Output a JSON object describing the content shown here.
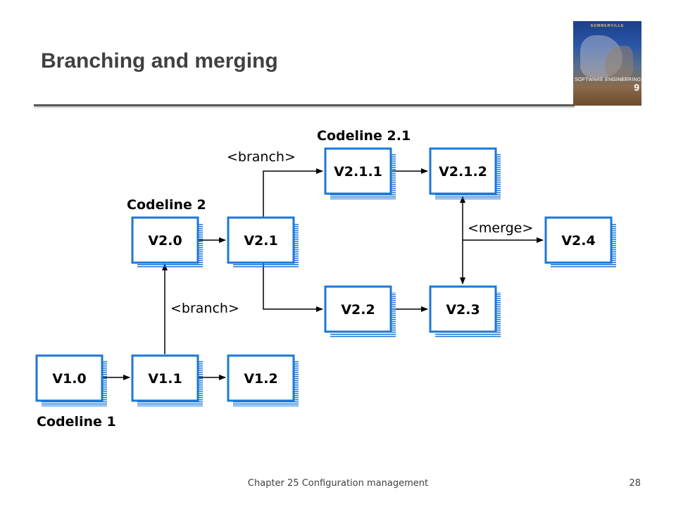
{
  "slide": {
    "title": "Branching and merging",
    "footer": "Chapter 25 Configuration management",
    "page_number": "28"
  },
  "book_cover": {
    "author": "SOMMERVILLE",
    "title": "SOFTWARE ENGINEERING",
    "edition": "9"
  },
  "diagram": {
    "nodes": {
      "v1_0": "V1.0",
      "v1_1": "V1.1",
      "v1_2": "V1.2",
      "v2_0": "V2.0",
      "v2_1": "V2.1",
      "v2_2": "V2.2",
      "v2_3": "V2.3",
      "v2_4": "V2.4",
      "v2_1_1": "V2.1.1",
      "v2_1_2": "V2.1.2"
    },
    "codelines": {
      "codeline_1": "Codeline 1",
      "codeline_2": "Codeline 2",
      "codeline_2_1": "Codeline 2.1"
    },
    "edge_labels": {
      "branch_to_2": "<branch>",
      "branch_to_2_1": "<branch>",
      "merge": "<merge>"
    },
    "colors": {
      "box_border": "#1a78d6",
      "box_shadow": "#1a78d6",
      "arrow": "#000000"
    }
  }
}
